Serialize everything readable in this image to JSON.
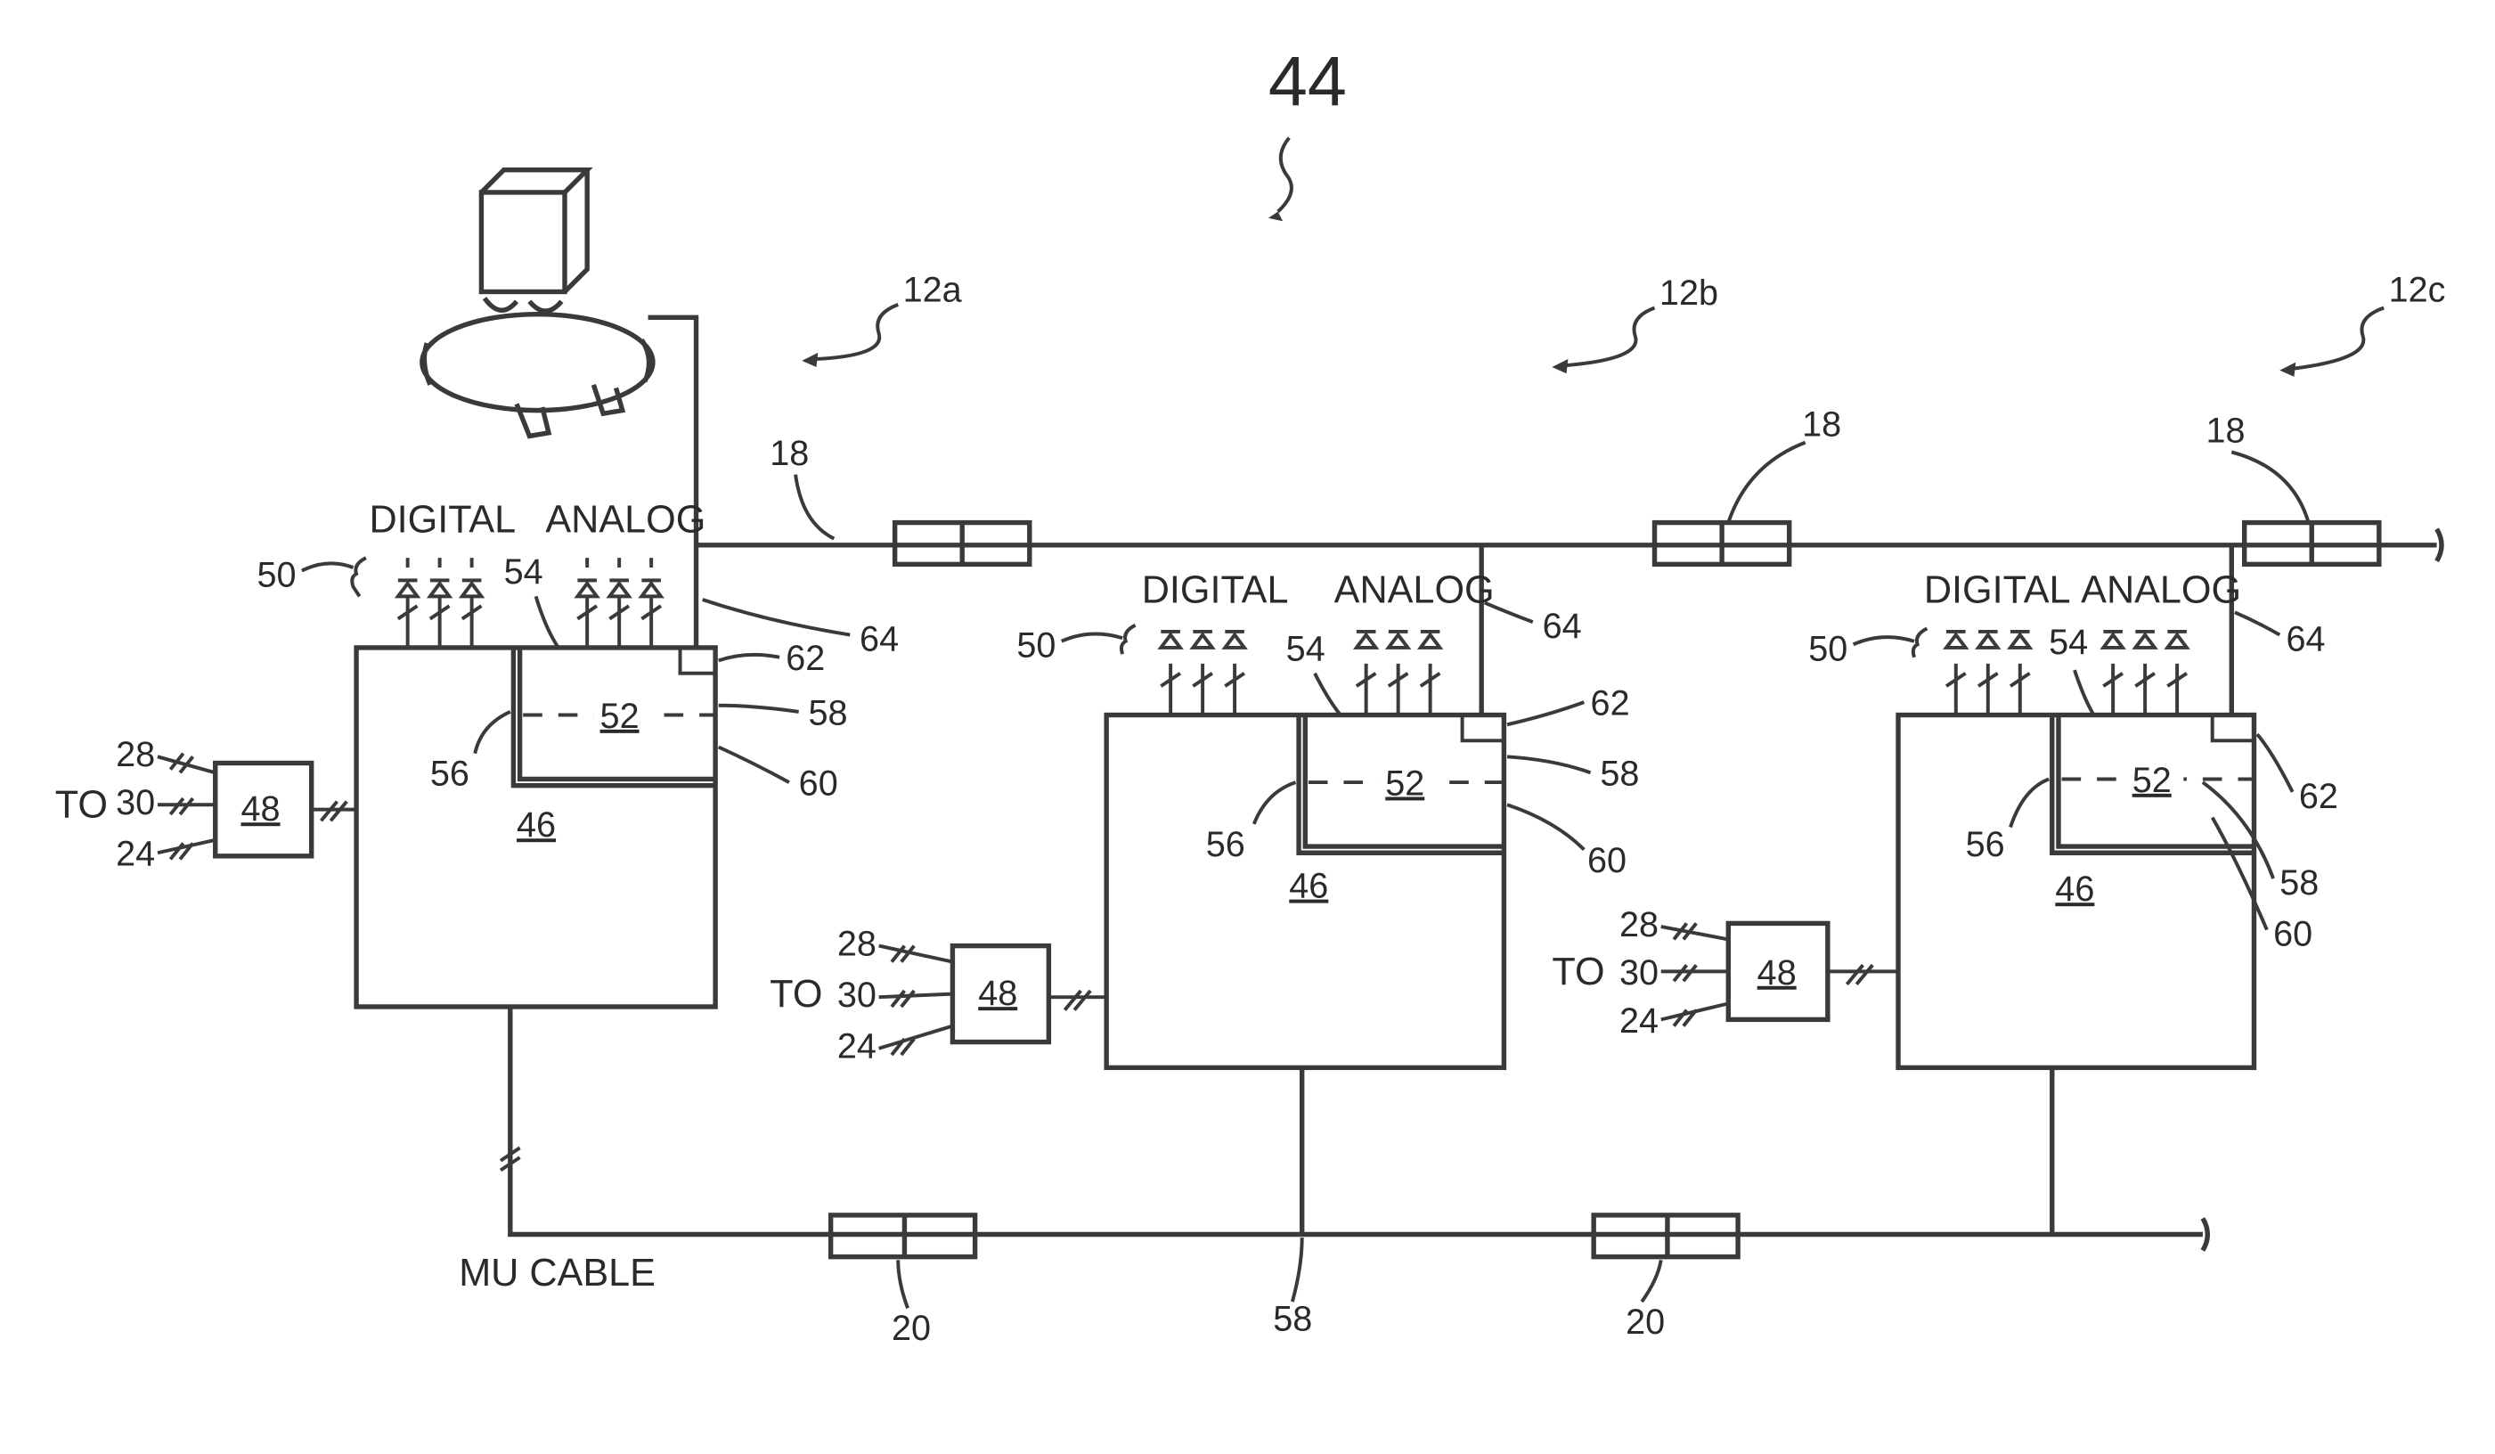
{
  "figure_ref": "44",
  "unit_refs": [
    "12a",
    "12b",
    "12c"
  ],
  "labels": {
    "digital": "DIGITAL",
    "analog": "ANALOG",
    "to": "TO",
    "mu_cable": "MU CABLE",
    "trainline_ref": "18",
    "coupler_ref": "20",
    "mu_bus_ref": "58",
    "ref_24": "24",
    "ref_28": "28",
    "ref_30": "30",
    "ref_46": "46",
    "ref_48": "48",
    "ref_50": "50",
    "ref_52": "52",
    "ref_54": "54",
    "ref_56": "56",
    "ref_58": "58",
    "ref_60": "60",
    "ref_62": "62",
    "ref_64": "64"
  }
}
